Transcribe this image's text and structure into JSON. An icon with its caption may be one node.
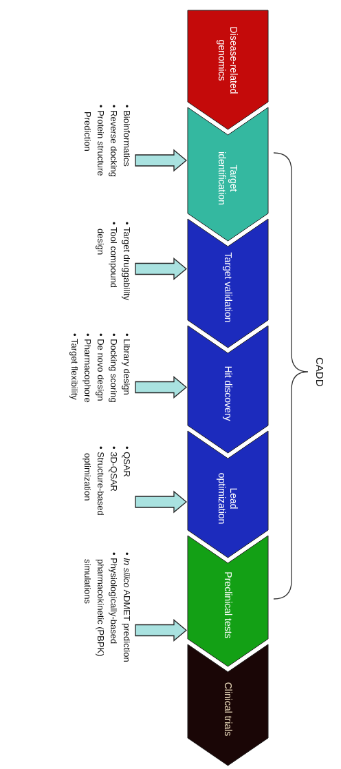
{
  "diagram": {
    "nodes": [
      {
        "text": [
          "Disease-related genomics"
        ]
      },
      {
        "text": [
          "Target identification"
        ]
      },
      {
        "text": [
          "Target validation"
        ]
      },
      {
        "text": [
          "Hit discovery"
        ]
      },
      {
        "text": [
          "Lead optimization"
        ]
      },
      {
        "text": [
          "Preclinical tests"
        ]
      },
      {
        "text": [
          "Clinical trials"
        ]
      },
      {
        "text": [
          "• Bioinformatics",
          "• Reverse docking",
          "• Protein structure Prediction"
        ]
      },
      {
        "text": [
          "• Target druggability",
          "• Tool compound design"
        ]
      },
      {
        "text": [
          "• Library design",
          "• Docking scoring",
          "• De novo design",
          "• Pharmacophore",
          "• Target flexibility"
        ]
      },
      {
        "text": [
          "• QSAR",
          "• 3D-QSAR",
          "• Structure-based optimization"
        ]
      },
      {
        "text": [
          "• *In silico* ADMET prediction",
          "• Physiologically-based pharmacokinetic (PBPK) simulations"
        ]
      }
    ],
    "edges": [
      {
        "from": 7,
        "to": 1,
        "arrow": "to"
      },
      {
        "from": 8,
        "to": 2,
        "arrow": "to"
      },
      {
        "from": 9,
        "to": 3,
        "arrow": "to"
      },
      {
        "from": 10,
        "to": 4,
        "arrow": "to"
      },
      {
        "from": 11,
        "to": 5,
        "arrow": "to"
      }
    ],
    "labels": [
      "CADD"
    ]
  }
}
